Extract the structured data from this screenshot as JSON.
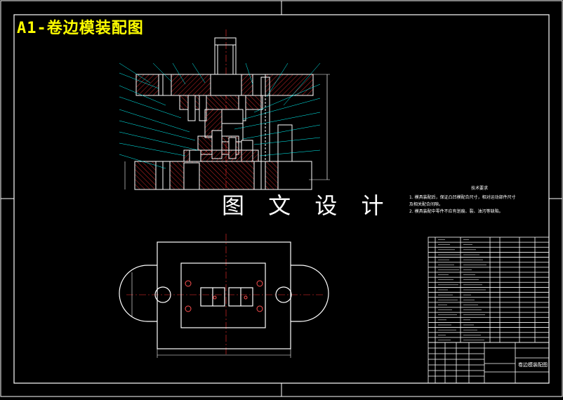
{
  "drawing": {
    "title": "A1-卷边模装配图",
    "watermark": "图 文 设 计",
    "technical_requirements": {
      "heading": "技术要求",
      "items": [
        "1. 模具装配后，保证凸凹模配合尺寸，相对运动部件尺寸",
        "   及相关配合间隙。",
        "2. 模具装配中零件不应有划痕、裂、油污等缺陷。"
      ]
    },
    "title_block": {
      "drawing_name": "卷边模装配图"
    },
    "colors": {
      "background": "#000000",
      "line": "#ffffff",
      "title": "#ffff00",
      "center_line": "#ff3030",
      "leader": "#00ffff"
    }
  }
}
